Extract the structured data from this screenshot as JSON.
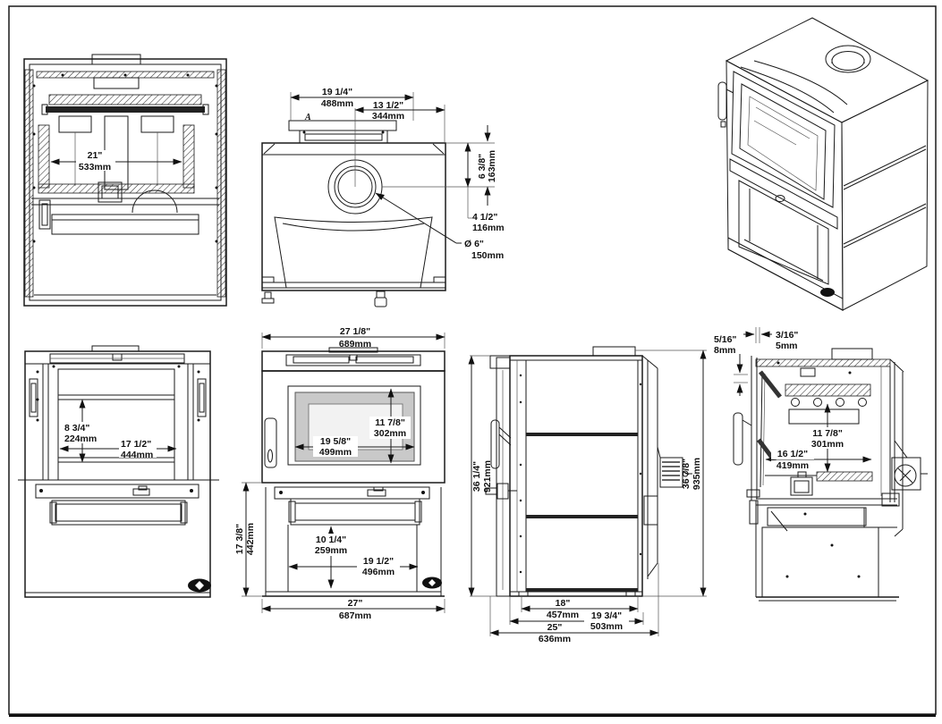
{
  "colors": {
    "line": "#1a1a1a",
    "glass": "#c9c9c9",
    "dark": "#222222",
    "background": "#ffffff"
  },
  "annotation_label": "A",
  "dims": {
    "w533": {
      "in": "21\"",
      "mm": "533mm"
    },
    "w488": {
      "in": "19 1/4\"",
      "mm": "488mm"
    },
    "w344": {
      "in": "13 1/2\"",
      "mm": "344mm"
    },
    "h163": {
      "in": "6 3/8\"",
      "mm": "163mm"
    },
    "h116": {
      "in": "4 1/2\"",
      "mm": "116mm"
    },
    "dia150": {
      "in": "Ø 6\"",
      "mm": "150mm"
    },
    "h224": {
      "in": "8 3/4\"",
      "mm": "224mm"
    },
    "w444": {
      "in": "17 1/2\"",
      "mm": "444mm"
    },
    "w689": {
      "in": "27 1/8\"",
      "mm": "689mm"
    },
    "h302": {
      "in": "11 7/8\"",
      "mm": "302mm"
    },
    "w499": {
      "in": "19 5/8\"",
      "mm": "499mm"
    },
    "h442": {
      "in": "17 3/8\"",
      "mm": "442mm"
    },
    "h259": {
      "in": "10 1/4\"",
      "mm": "259mm"
    },
    "w496": {
      "in": "19 1/2\"",
      "mm": "496mm"
    },
    "w687": {
      "in": "27\"",
      "mm": "687mm"
    },
    "h921": {
      "in": "36 1/4\"",
      "mm": "921mm"
    },
    "h935": {
      "in": "36 7/8\"",
      "mm": "935mm"
    },
    "d457": {
      "in": "18\"",
      "mm": "457mm"
    },
    "d503": {
      "in": "19 3/4\"",
      "mm": "503mm"
    },
    "d636": {
      "in": "25\"",
      "mm": "636mm"
    },
    "g8": {
      "in": "5/16\"",
      "mm": "8mm"
    },
    "g5": {
      "in": "3/16\"",
      "mm": "5mm"
    },
    "h301": {
      "in": "11 7/8\"",
      "mm": "301mm"
    },
    "w419": {
      "in": "16 1/2\"",
      "mm": "419mm"
    }
  }
}
